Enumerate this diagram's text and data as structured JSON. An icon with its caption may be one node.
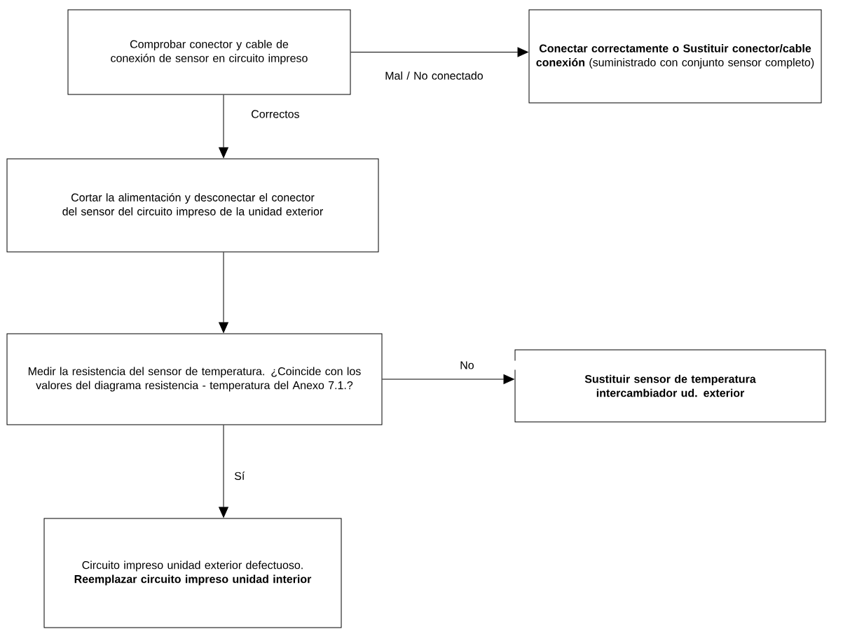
{
  "diagram": {
    "nodes": [
      {
        "text": [
          "Comprobar conector y cable de conexión de sensor en circuito impreso"
        ]
      },
      {
        "text": [
          "**Conectar correctamente o Sustituir conector/cable conexión** (suministrado con conjunto sensor completo)"
        ]
      },
      {
        "text": [
          "Cortar la alimentación y desconectar el conector del sensor del circuito impreso de la unidad exterior"
        ]
      },
      {
        "text": [
          "Medir la resistencia del sensor de temperatura. ¿Coincide con los valores del diagrama resistencia - temperatura del Anexo 7.1.?"
        ]
      },
      {
        "text": [
          "Sustituir sensor de temperatura intercambiador ud. exterior"
        ]
      },
      {
        "text": [
          "Circuito impreso unidad exterior defectuoso.",
          "Reemplazar circuito impreso unidad interior"
        ]
      }
    ],
    "edges": [
      {
        "from": 0,
        "to": 1,
        "arrow": "to",
        "label": "Mal / No conectado"
      },
      {
        "from": 0,
        "to": 2,
        "arrow": "to",
        "label": "Correctos"
      },
      {
        "from": 2,
        "to": 3,
        "arrow": "to"
      },
      {
        "from": 3,
        "to": 4,
        "arrow": "to",
        "label": "No"
      },
      {
        "from": 3,
        "to": 5,
        "arrow": "to",
        "label": "Sí"
      }
    ]
  }
}
